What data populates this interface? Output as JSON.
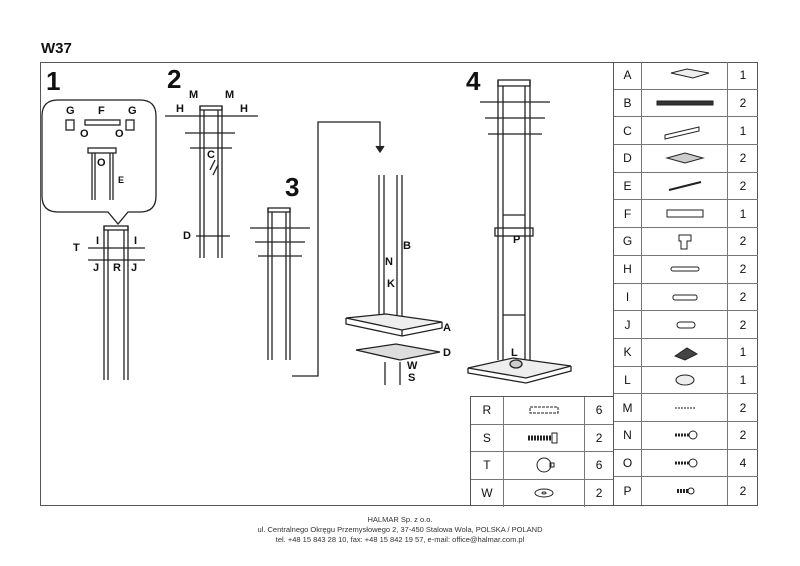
{
  "title": "W37",
  "steps": [
    "1",
    "2",
    "3",
    "4"
  ],
  "labels": {
    "G": "G",
    "F": "F",
    "O": "O",
    "E": "E",
    "T": "T",
    "I": "I",
    "J": "J",
    "R": "R",
    "M": "M",
    "H": "H",
    "C": "C",
    "D": "D",
    "B": "B",
    "N": "N",
    "K": "K",
    "A": "A",
    "W": "W",
    "S": "S",
    "P": "P",
    "L": "L"
  },
  "parts": [
    {
      "letter": "A",
      "qty": "1",
      "icon": "base-plate"
    },
    {
      "letter": "B",
      "qty": "2",
      "icon": "long-pole"
    },
    {
      "letter": "C",
      "qty": "1",
      "icon": "mirror-panel"
    },
    {
      "letter": "D",
      "qty": "2",
      "icon": "bracket-plate"
    },
    {
      "letter": "E",
      "qty": "2",
      "icon": "rod"
    },
    {
      "letter": "F",
      "qty": "1",
      "icon": "top-bar"
    },
    {
      "letter": "G",
      "qty": "2",
      "icon": "corner-cap"
    },
    {
      "letter": "H",
      "qty": "2",
      "icon": "hook-long"
    },
    {
      "letter": "I",
      "qty": "2",
      "icon": "hook-medium"
    },
    {
      "letter": "J",
      "qty": "2",
      "icon": "hook-short"
    },
    {
      "letter": "K",
      "qty": "1",
      "icon": "clip"
    },
    {
      "letter": "L",
      "qty": "1",
      "icon": "foot-pad"
    },
    {
      "letter": "M",
      "qty": "2",
      "icon": "small-screw"
    },
    {
      "letter": "N",
      "qty": "2",
      "icon": "screw"
    },
    {
      "letter": "O",
      "qty": "4",
      "icon": "screw"
    },
    {
      "letter": "P",
      "qty": "2",
      "icon": "short-screw"
    }
  ],
  "hardware": [
    {
      "letter": "R",
      "qty": "6",
      "icon": "dowel-bolt"
    },
    {
      "letter": "S",
      "qty": "2",
      "icon": "bolt"
    },
    {
      "letter": "T",
      "qty": "6",
      "icon": "knob"
    },
    {
      "letter": "W",
      "qty": "2",
      "icon": "washer"
    }
  ],
  "footer": {
    "line1": "HALMAR Sp. z o.o.",
    "line2": "ul. Centralnego Okręgu Przemysłowego 2, 37-450 Stalowa Wola, POLSKA / POLAND",
    "line3": "tel. +48 15 843 28 10, fax: +48 15 842 19 57, e-mail: office@halmar.com.pl"
  }
}
